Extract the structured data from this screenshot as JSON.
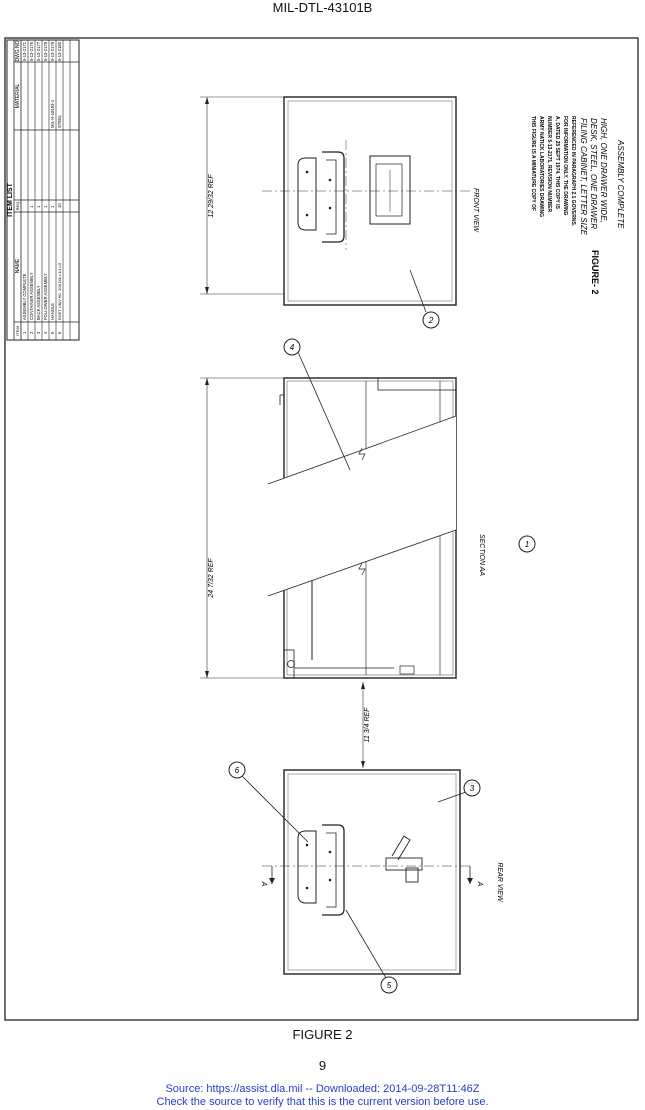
{
  "header": {
    "doc_id": "MIL-DTL-43101B"
  },
  "item_list": {
    "title": "ITEM LIST",
    "col_item": "ITEM",
    "col_name": "NAME",
    "col_req": "REQ",
    "col_material": "MATERIAL",
    "col_dwg": "DWG NO",
    "rows": [
      {
        "item": "1",
        "name": "ASSEMBLY COMPLETE",
        "req": "",
        "material": "",
        "dwg": "5-13-2171"
      },
      {
        "item": "2",
        "name": "CONTAINER ASSEMBLY",
        "req": "1",
        "material": "",
        "dwg": "5-13-2176"
      },
      {
        "item": "3",
        "name": "BACK ASSEMBLY",
        "req": "1",
        "material": "",
        "dwg": "5-13-2177"
      },
      {
        "item": "4",
        "name": "FOLLOWER ASSEMBLY",
        "req": "1",
        "material": "",
        "dwg": "5-13-2178"
      },
      {
        "item": "5",
        "name": "HANDLE",
        "req": "1",
        "material": "MIL-H-18193-1",
        "dwg": "5-13-2179"
      },
      {
        "item": "6",
        "name": "RIVET, UNIV HD. 3/16 DIA x 1/4 LG",
        "req": "10",
        "material": "STEEL",
        "dwg": "5-13-2180"
      }
    ]
  },
  "views": {
    "front": "FRONT VIEW",
    "section": "SECTION AA",
    "rear": "REAR VIEW",
    "section_marker": "A"
  },
  "dimensions": {
    "height": "12 29/32 REF",
    "length": "24 7/32 REF",
    "width": "11 3/4 REF"
  },
  "callouts": {
    "c1": "1",
    "c2": "2",
    "c3": "3",
    "c4": "4",
    "c5": "5",
    "c6": "6"
  },
  "note": {
    "line1": "THIS FIGURE IS A MINIATURE COPY OF",
    "line2": "ARMY NATICK LABORATORIES DRAWING",
    "line3": "NUMBER 5-13-2171, REVISION NUMBER",
    "line4": "A, DATED 25 SEPT 1974. THIS COPY IS",
    "line5": "FOR INFORMATION ONLY. THE DRAWING",
    "line6": "REFERENCED IN PARAGRAPH 2.1 GOVERNS."
  },
  "title_block": {
    "line1": "FILING CABINET, LETTER SIZE",
    "line2": "DESK, STEEL, ONE DRAWER",
    "line3": "HIGH, ONE DRAWER WIDE,",
    "line4": "ASSEMBLY COMPLETE",
    "figure": "FIGURE- 2"
  },
  "figure_caption": "FIGURE 2",
  "page_number": "9",
  "source": {
    "line1": "Source: https://assist.dla.mil -- Downloaded: 2014-09-28T11:46Z",
    "line2": "Check the source to verify that this is the current version before use."
  }
}
